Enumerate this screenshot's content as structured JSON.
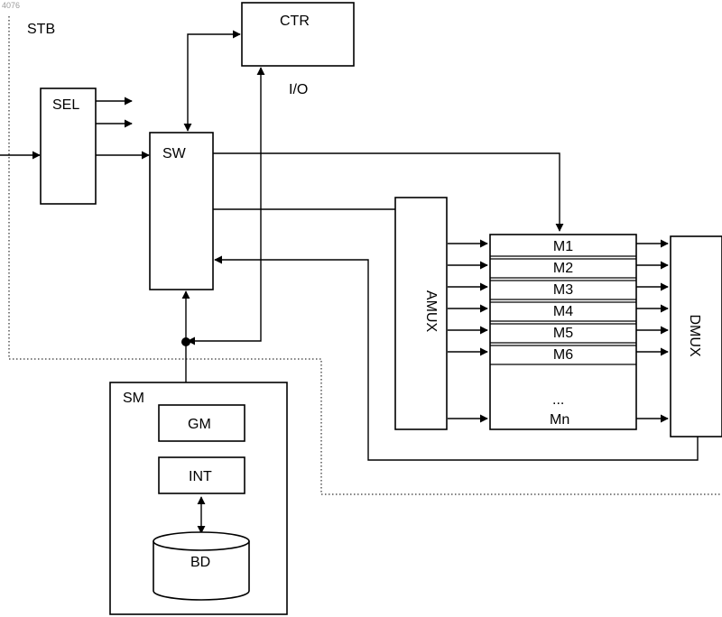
{
  "diagram": {
    "corner_code": "4076",
    "labels": {
      "stb": "STB",
      "ctr": "CTR",
      "io": "I/O",
      "sel": "SEL",
      "sw": "SW",
      "amux": "AMUX",
      "dmux": "DMUX",
      "sm": "SM",
      "gm": "GM",
      "int": "INT",
      "bd": "BD",
      "ellipsis": "...",
      "mn": "Mn"
    },
    "memory_rows": [
      "M1",
      "M2",
      "M3",
      "M4",
      "M5",
      "M6"
    ]
  }
}
